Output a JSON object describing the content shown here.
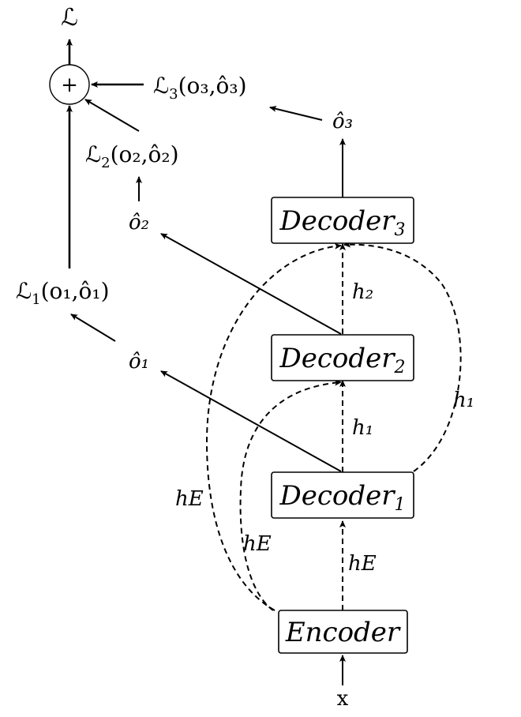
{
  "nodes": {
    "loss_total": "ℒ",
    "sum_symbol": "+",
    "loss3": {
      "fn": "ℒ",
      "sub": "3",
      "args": "(o₃,ô₃)"
    },
    "loss2": {
      "fn": "ℒ",
      "sub": "2",
      "args": "(o₂,ô₂)"
    },
    "loss1": {
      "fn": "ℒ",
      "sub": "1",
      "args": "(o₁,ô₁)"
    },
    "o3": "ô₃",
    "o2": "ô₂",
    "o1": "ô₁",
    "decoder3": {
      "name": "Decoder",
      "sub": "3"
    },
    "decoder2": {
      "name": "Decoder",
      "sub": "2"
    },
    "decoder1": {
      "name": "Decoder",
      "sub": "1"
    },
    "encoder": "Encoder",
    "input": "x"
  },
  "edge_labels": {
    "h2": "h₂",
    "h1_center": "h₁",
    "h1_right": "h₁",
    "hE_center": "hE",
    "hE_left_outer": "hE",
    "hE_left_inner": "hE"
  }
}
